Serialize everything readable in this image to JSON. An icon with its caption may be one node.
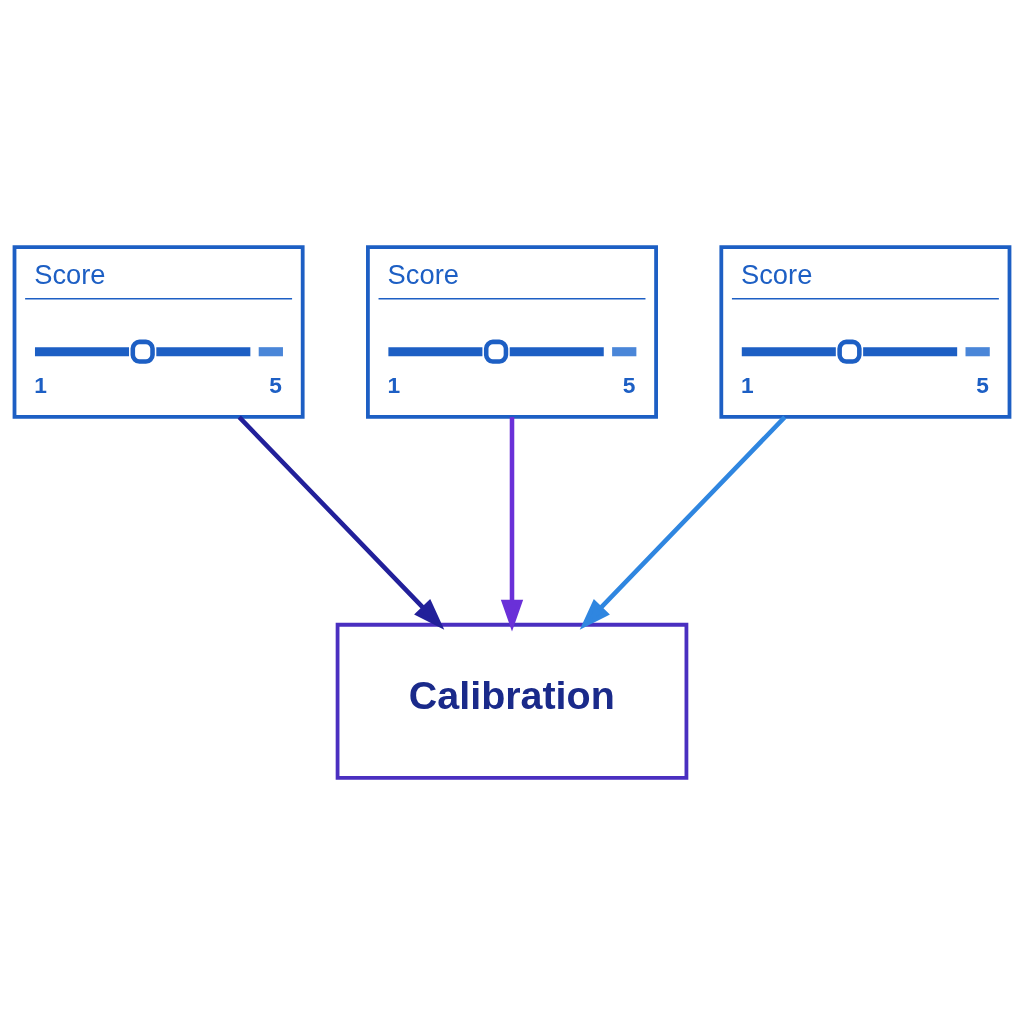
{
  "diagram": {
    "nodes": [
      {
        "text": [
          "Score",
          "1",
          "5"
        ]
      },
      {
        "text": [
          "Score",
          "1",
          "5"
        ]
      },
      {
        "text": [
          "Score",
          "1",
          "5"
        ]
      },
      {
        "text": [
          "Calibration"
        ]
      }
    ],
    "edges": [
      {
        "from": 0,
        "to": 3,
        "arrow": "to",
        "color": "#22209a"
      },
      {
        "from": 1,
        "to": 3,
        "arrow": "to",
        "color": "#6a30d8"
      },
      {
        "from": 2,
        "to": 3,
        "arrow": "to",
        "color": "#2f86e0"
      }
    ]
  }
}
